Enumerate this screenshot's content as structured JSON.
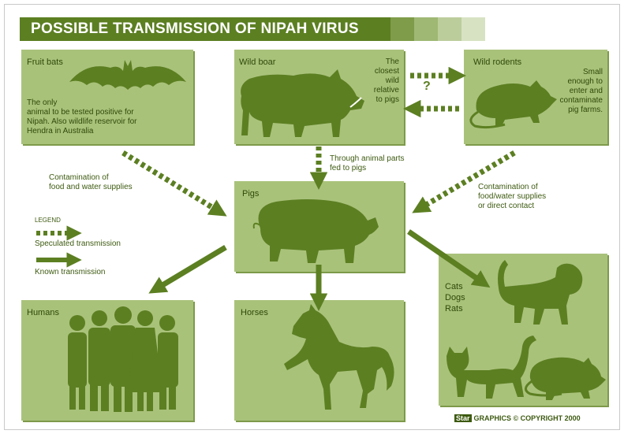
{
  "title": "POSSIBLE TRANSMISSION OF NIPAH VIRUS",
  "panels": {
    "fruit_bats": {
      "label": "Fruit bats",
      "text_1": "The only",
      "text_2": "animal to be tested positive for",
      "text_3": "Nipah. Also wildlife reservoir for",
      "text_4": "Hendra in Australia"
    },
    "wild_boar": {
      "label": "Wild boar",
      "note_1": "The",
      "note_2": "closest",
      "note_3": "wild",
      "note_4": "relative",
      "note_5": "to pigs"
    },
    "wild_rodents": {
      "label": "Wild rodents",
      "text_1": "Small",
      "text_2": "enough to",
      "text_3": "enter and",
      "text_4": "contaminate",
      "text_5": "pig farms."
    },
    "pigs": {
      "label": "Pigs"
    },
    "humans": {
      "label": "Humans"
    },
    "horses": {
      "label": "Horses"
    },
    "cats_dogs_rats": {
      "line_1": "Cats",
      "line_2": "Dogs",
      "line_3": "Rats"
    }
  },
  "annotations": {
    "question_mark": "?",
    "animal_parts_1": "Through animal parts",
    "animal_parts_2": "fed to pigs",
    "contamination_left_1": "Contamination of",
    "contamination_left_2": "food and water supplies",
    "contamination_right_1": "Contamination of",
    "contamination_right_2": "food/water supplies",
    "contamination_right_3": "or direct contact"
  },
  "legend": {
    "title": "LEGEND",
    "speculated": "Speculated transmission",
    "known": "Known transmission"
  },
  "credit": {
    "tag": "Star",
    "text": "GRAPHICS © COPYRIGHT 2000"
  },
  "colors": {
    "panel": "#a9c27a",
    "arrow": "#5c7f22",
    "title_bar": "#5c7f22",
    "text": "#2f4a09"
  },
  "icons": [
    "bat-icon",
    "boar-icon",
    "rat-icon",
    "pig-icon",
    "people-icon",
    "horse-icon",
    "dog-icon",
    "cat-icon"
  ]
}
